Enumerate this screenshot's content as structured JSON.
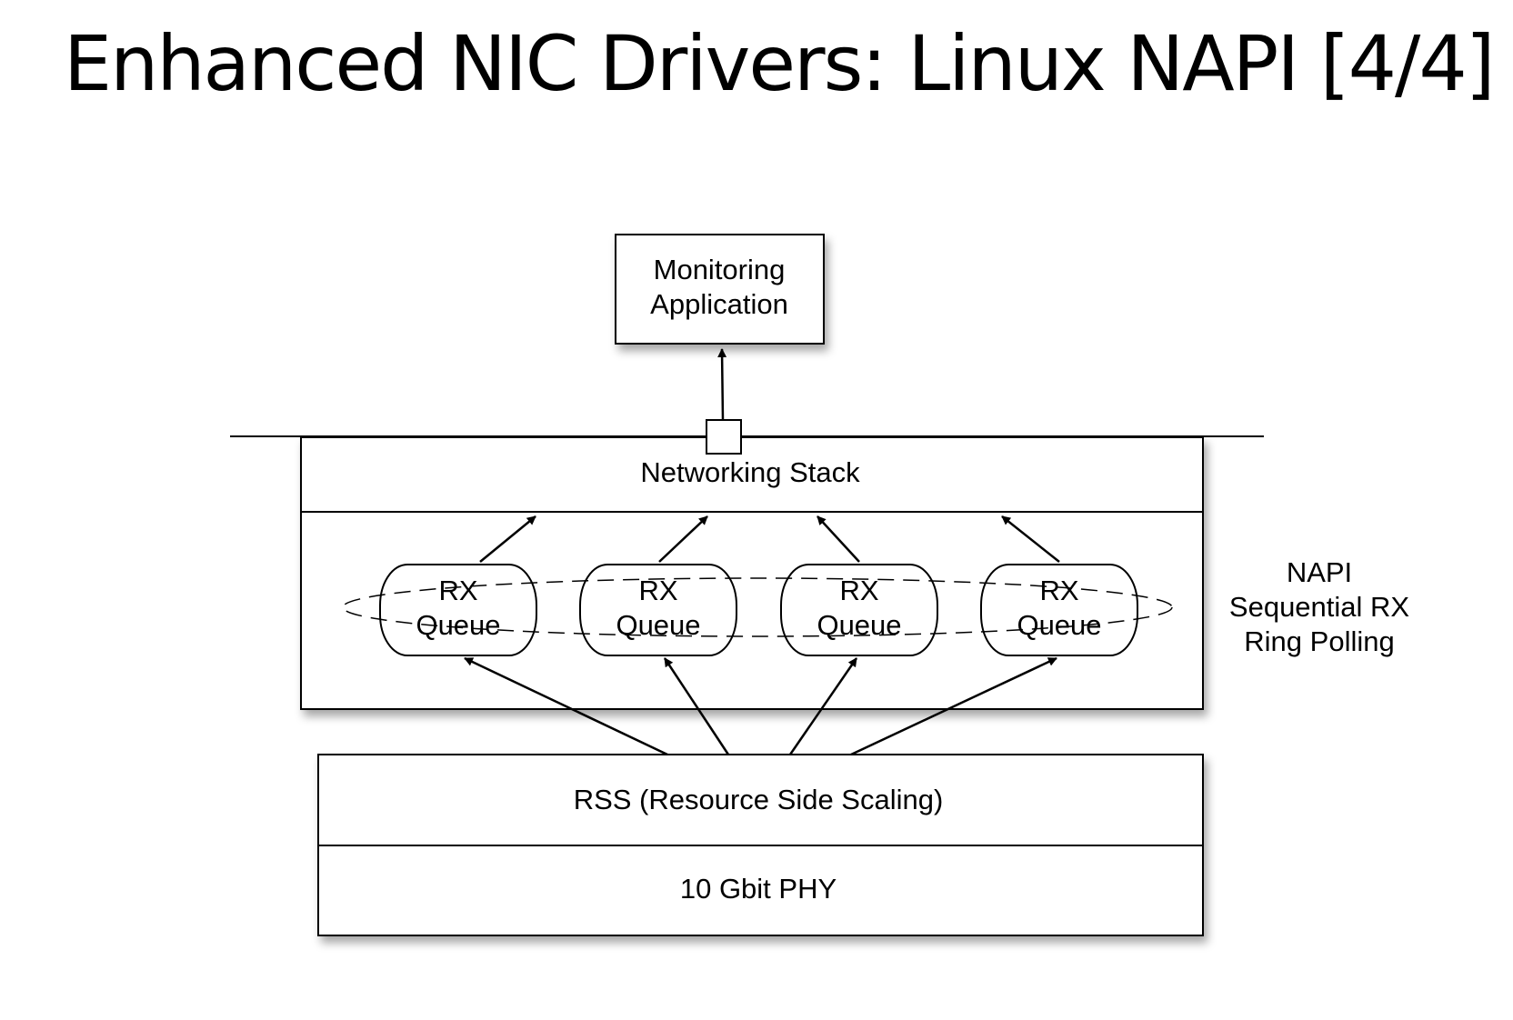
{
  "slide": {
    "title": "Enhanced NIC Drivers: Linux NAPI [4/4]"
  },
  "diagram": {
    "monitoring_app": {
      "line1": "Monitoring",
      "line2": "Application"
    },
    "networking_stack": "Networking Stack",
    "rx_queues": [
      {
        "line1": "RX",
        "line2": "Queue"
      },
      {
        "line1": "RX",
        "line2": "Queue"
      },
      {
        "line1": "RX",
        "line2": "Queue"
      },
      {
        "line1": "RX",
        "line2": "Queue"
      }
    ],
    "napi_label": {
      "line1": "NAPI",
      "line2": "Sequential RX",
      "line3": "Ring Polling"
    },
    "rss": "RSS (Resource Side Scaling)",
    "phy": "10 Gbit PHY"
  }
}
